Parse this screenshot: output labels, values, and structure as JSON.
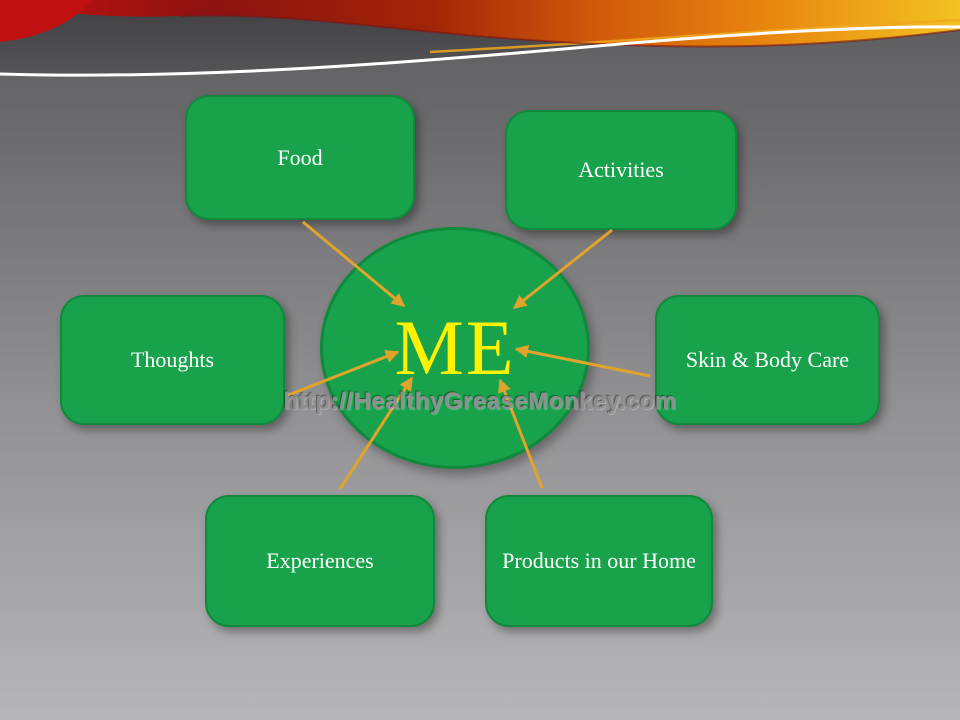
{
  "slide": {
    "center": {
      "label": "ME"
    },
    "nodes": [
      {
        "label": "Food"
      },
      {
        "label": "Activities"
      },
      {
        "label": "Thoughts"
      },
      {
        "label": "Skin & Body Care"
      },
      {
        "label": "Experiences"
      },
      {
        "label": "Products in our Home"
      }
    ],
    "watermark": "http://HealthyGreaseMonkey.com"
  },
  "colors": {
    "node-fill": "#18A24C",
    "node-border": "#0F8A3C",
    "node-text": "#FFFFFF",
    "center-text": "#FFF200",
    "arrow": "#E0A42C",
    "watermark": "#8F8F8F"
  }
}
